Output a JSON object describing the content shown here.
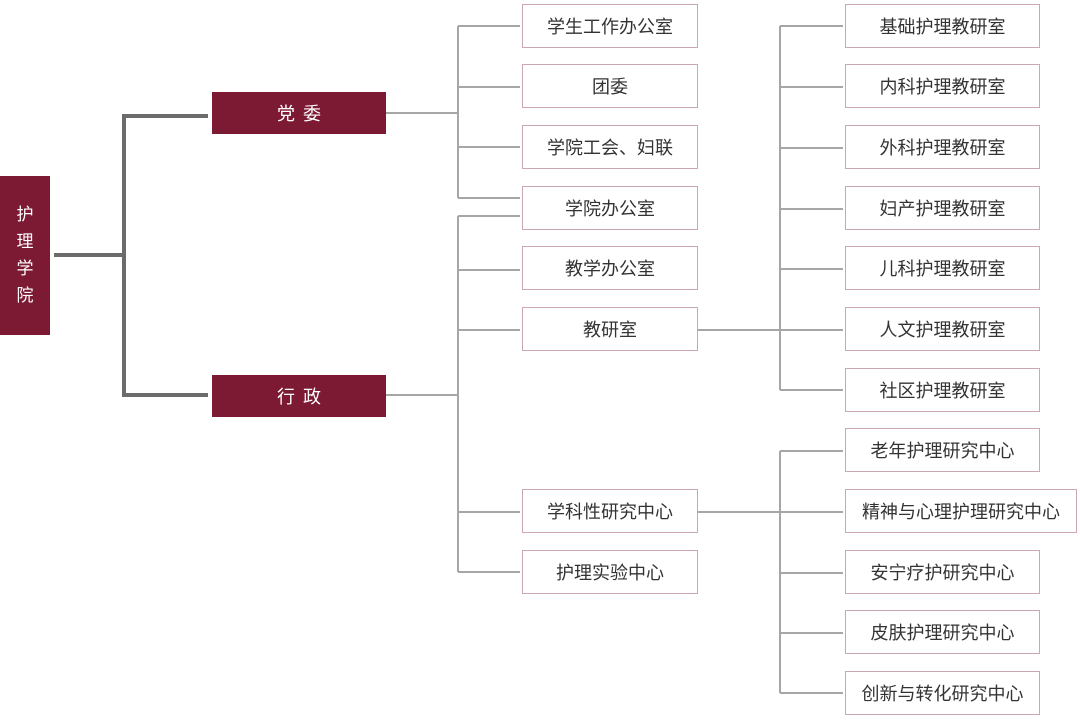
{
  "colors": {
    "accent": "#7c1a34",
    "box_border": "#caa7b1",
    "main_connector": "#6b6b6b",
    "connector": "#a6a6a6",
    "text": "#333333"
  },
  "root": {
    "chars": [
      "护",
      "理",
      "学",
      "院"
    ]
  },
  "party_committee": {
    "label": "党委",
    "units": [
      "学生工作办公室",
      "团委",
      "学院工会、妇联"
    ]
  },
  "administration": {
    "label": "行政",
    "units": [
      "学院办公室",
      "教学办公室",
      "教研室",
      "学科性研究中心",
      "护理实验中心"
    ]
  },
  "teaching_research_offices": [
    "基础护理教研室",
    "内科护理教研室",
    "外科护理教研室",
    "妇产护理教研室",
    "儿科护理教研室",
    "人文护理教研室",
    "社区护理教研室"
  ],
  "research_centers": [
    "老年护理研究中心",
    "精神与心理护理研究中心",
    "安宁疗护研究中心",
    "皮肤护理研究中心",
    "创新与转化研究中心"
  ]
}
